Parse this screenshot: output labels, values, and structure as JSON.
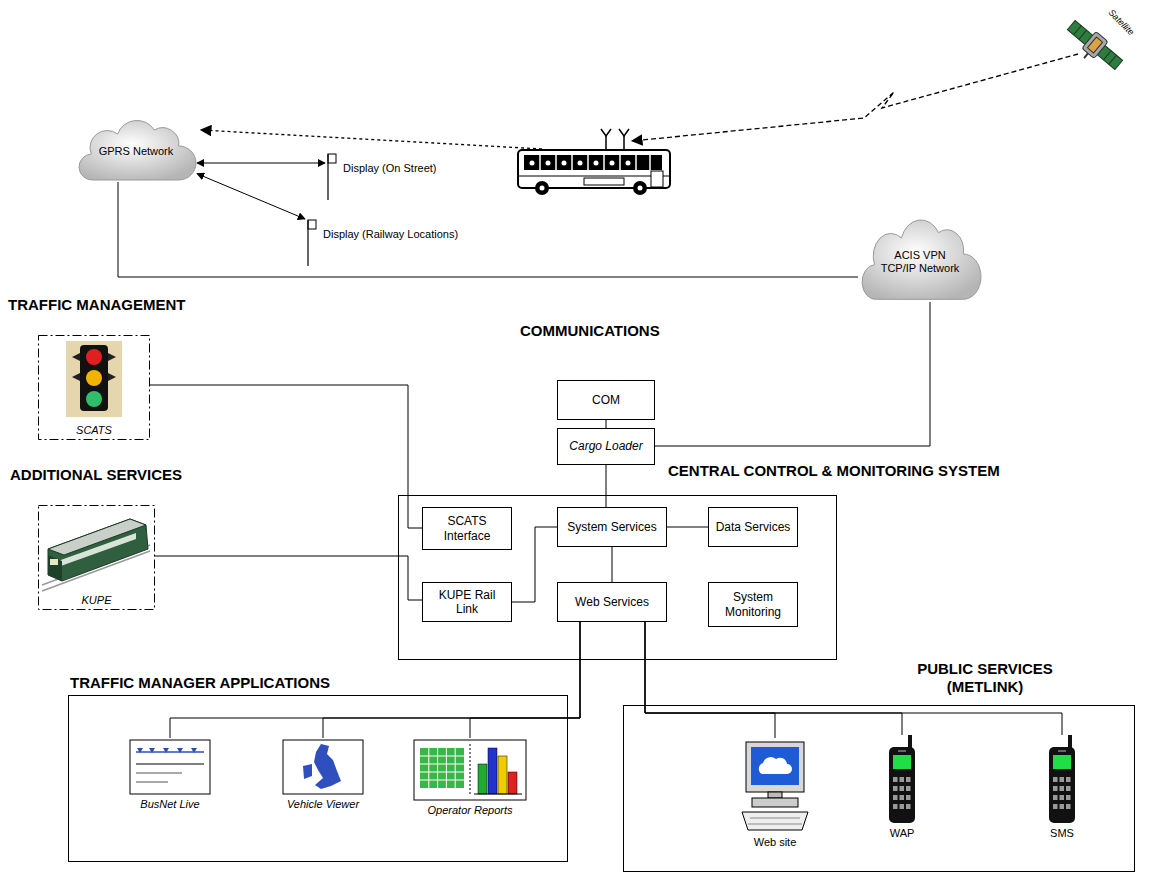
{
  "diagram": {
    "nodes": [
      {
        "text": [
          "GPRS Network"
        ]
      },
      {
        "text": [
          "Display (On Street)"
        ]
      },
      {
        "text": [
          "Display (Railway Locations)"
        ]
      },
      {
        "text": [
          "ACIS VPN TCP/IP Network"
        ]
      },
      {
        "text": [
          "TRAFFIC MANAGEMENT",
          "SCATS"
        ]
      },
      {
        "text": [
          "COM"
        ]
      },
      {
        "text": [
          "Cargo Loader"
        ]
      },
      {
        "text": [
          "ADDITIONAL SERVICES",
          "KUPE"
        ]
      },
      {
        "text": [
          "CENTRAL CONTROL & MONITORING SYSTEM"
        ]
      },
      {
        "text": [
          "SCATS Interface"
        ],
        "in": 8
      },
      {
        "text": [
          "System Services"
        ],
        "in": 8
      },
      {
        "text": [
          "Data Services"
        ],
        "in": 8
      },
      {
        "text": [
          "KUPE Rail Link"
        ],
        "in": 8
      },
      {
        "text": [
          "Web Services"
        ],
        "in": 8
      },
      {
        "text": [
          "System Monitoring"
        ],
        "in": 8
      },
      {
        "text": [
          "TRAFFIC MANAGER APPLICATIONS"
        ]
      },
      {
        "text": [
          "BusNet Live"
        ],
        "in": 15
      },
      {
        "text": [
          "Vehicle Viewer"
        ],
        "in": 15
      },
      {
        "text": [
          "Operator Reports"
        ],
        "in": 15
      },
      {
        "text": [
          "PUBLIC SERVICES (METLINK)"
        ]
      },
      {
        "text": [
          "Web site"
        ],
        "in": 19
      },
      {
        "text": [
          "WAP"
        ],
        "in": 19
      },
      {
        "text": [
          "SMS"
        ],
        "in": 19
      }
    ],
    "edges": [
      {
        "from": 0,
        "to": 1,
        "arrow": "both"
      },
      {
        "from": 0,
        "to": 2,
        "arrow": "both"
      },
      {
        "from": 0,
        "to": 3,
        "arrow": "none"
      },
      {
        "from": 3,
        "to": 6,
        "arrow": "none"
      },
      {
        "from": 5,
        "to": 6,
        "arrow": "none"
      },
      {
        "from": 6,
        "to": 10,
        "arrow": "none"
      },
      {
        "from": 4,
        "to": 9,
        "arrow": "none"
      },
      {
        "from": 7,
        "to": 12,
        "arrow": "none"
      },
      {
        "from": 12,
        "to": 10,
        "arrow": "none"
      },
      {
        "from": 10,
        "to": 11,
        "arrow": "none"
      },
      {
        "from": 10,
        "to": 13,
        "arrow": "none"
      },
      {
        "from": 13,
        "to": 16,
        "arrow": "none"
      },
      {
        "from": 13,
        "to": 17,
        "arrow": "none"
      },
      {
        "from": 13,
        "to": 18,
        "arrow": "none"
      },
      {
        "from": 13,
        "to": 20,
        "arrow": "none"
      },
      {
        "from": 13,
        "to": 21,
        "arrow": "none"
      },
      {
        "from": 13,
        "to": 22,
        "arrow": "none"
      }
    ],
    "labels": [
      "COMMUNICATIONS",
      "Satellite"
    ]
  }
}
